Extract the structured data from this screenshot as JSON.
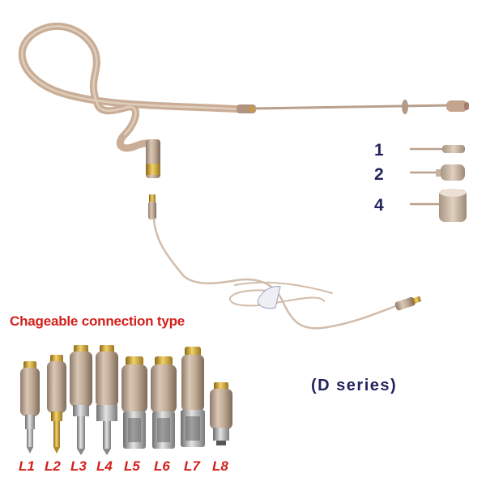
{
  "heading": "Chageable connection type",
  "series_label": "(D series)",
  "capsule_options": [
    {
      "label": "1"
    },
    {
      "label": "2"
    },
    {
      "label": "4"
    }
  ],
  "connectors": [
    {
      "label": "L1"
    },
    {
      "label": "L2"
    },
    {
      "label": "L3"
    },
    {
      "label": "L4"
    },
    {
      "label": "L5"
    },
    {
      "label": "L6"
    },
    {
      "label": "L7"
    },
    {
      "label": "L8"
    }
  ],
  "colors": {
    "beige": "#c9ad97",
    "heading_red": "#d2201c",
    "label_navy": "#23235e",
    "gold": "#c8a030"
  }
}
